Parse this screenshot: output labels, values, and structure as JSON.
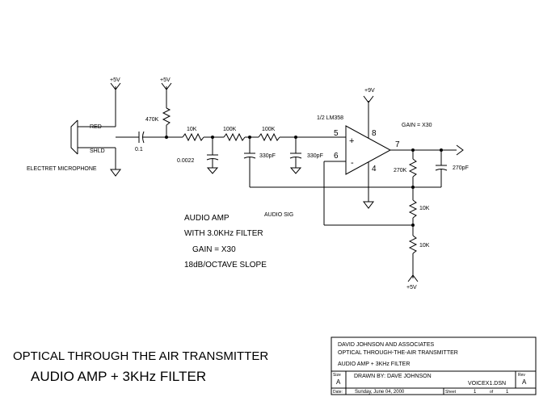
{
  "title_lines": [
    "OPTICAL THROUGH THE AIR TRANSMITTER",
    "AUDIO AMP + 3KHz FILTER"
  ],
  "notes": [
    "AUDIO AMP",
    "WITH 3.0KHz FILTER",
    "GAIN = X30",
    "18dB/OCTAVE SLOPE"
  ],
  "labels": {
    "mic_red": "RED",
    "mic_shld": "SHLD",
    "mic_name": "ELECTRET MICROPHONE",
    "supply_mic": "+5V",
    "supply_bias": "+5V",
    "supply_opamp": "+9V",
    "supply_div": "+5V",
    "c_in": "0.1",
    "r_bias": "470K",
    "r1": "10K",
    "c1": "0.0022",
    "r2": "100K",
    "c2": "330pF",
    "r3": "100K",
    "c3": "330pF",
    "opamp": "1/2 LM358",
    "pin5": "5",
    "pin6": "6",
    "pin7": "7",
    "pin8": "8",
    "pin4": "4",
    "plus": "+",
    "minus": "-",
    "gain": "GAIN = X30",
    "rf": "270K",
    "cf": "270pF",
    "rdiv1": "10K",
    "rdiv2": "10K",
    "audio_sig": "AUDIO SIG"
  },
  "title_block": {
    "company": "DAVID JOHNSON AND ASSOCIATES",
    "project": "OPTICAL THROUGH-THE-AIR TRANSMITTER",
    "sheet_title": "AUDIO AMP + 3KHz FILTER",
    "size_label": "Size",
    "size": "A",
    "drawn_by": "DRAWN BY: DAVE JOHNSON",
    "file": "VOICEX1.DSN",
    "rev_label": "Rev",
    "rev": "A",
    "date_label": "Date:",
    "date": "Sunday, June 04, 2000",
    "sheet_label": "Sheet",
    "sheet_num": "1",
    "of_label": "of",
    "sheet_total": "1"
  }
}
